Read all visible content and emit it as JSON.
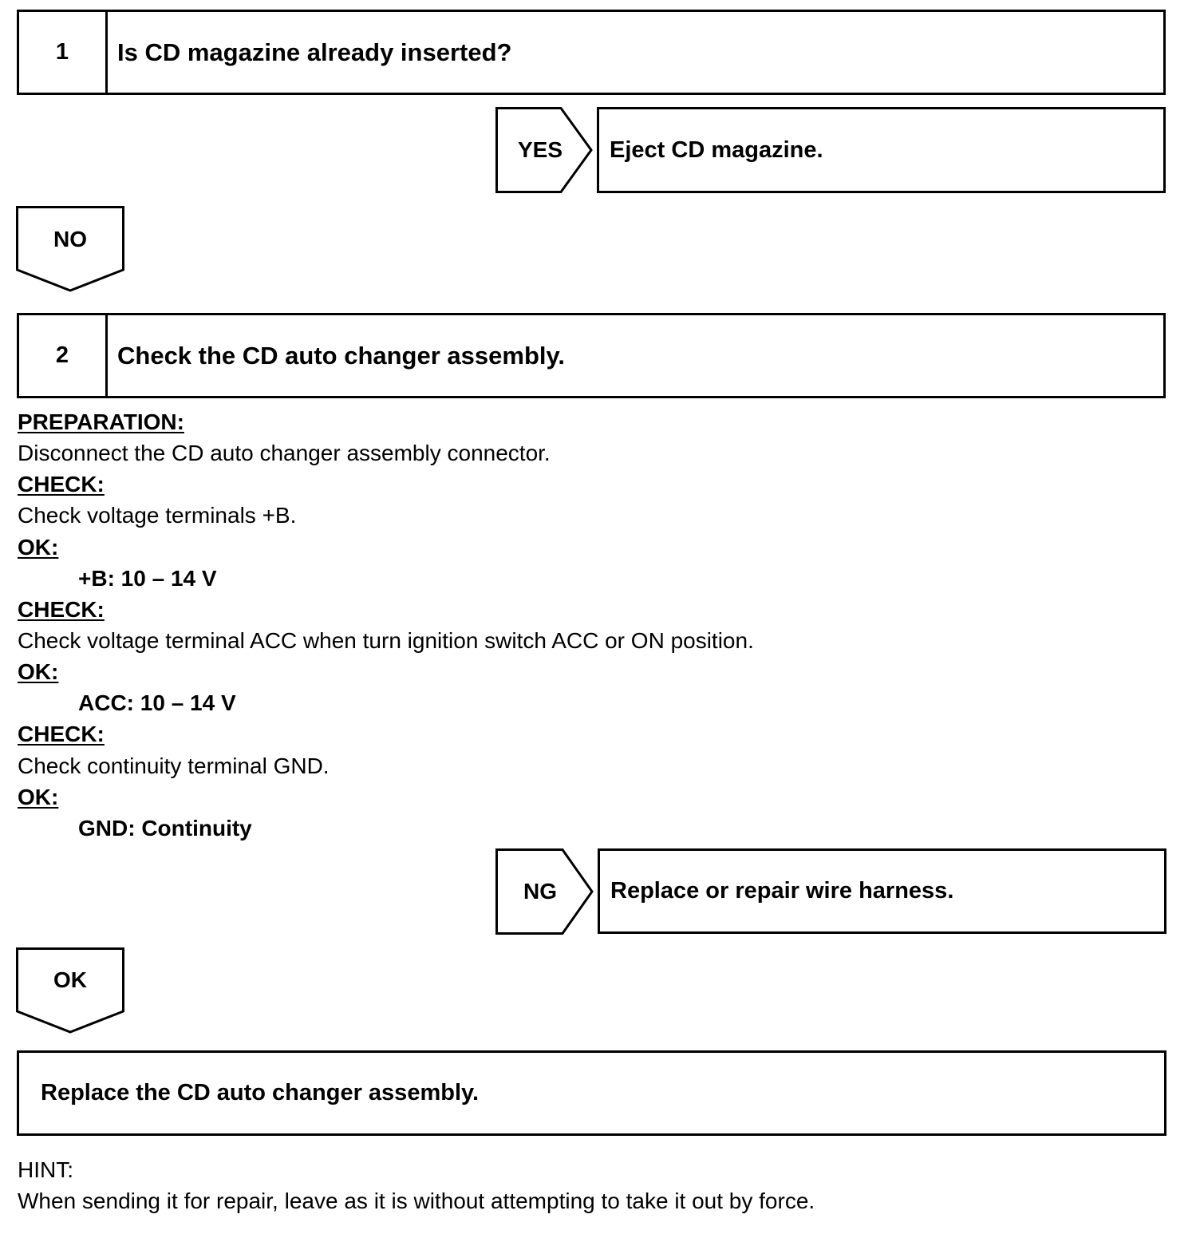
{
  "step1": {
    "number": "1",
    "title": "Is CD magazine already inserted?"
  },
  "yes_branch": {
    "label": "YES",
    "result": "Eject CD magazine."
  },
  "no_branch": {
    "label": "NO"
  },
  "step2": {
    "number": "2",
    "title": "Check the CD auto changer assembly."
  },
  "procedure": {
    "preparation_heading": "PREPARATION:",
    "preparation_text": "Disconnect the CD auto changer assembly connector.",
    "check1_heading": "CHECK:",
    "check1_text": "Check voltage terminals +B.",
    "ok1_heading": "OK:",
    "ok1_spec": "+B: 10 – 14 V",
    "check2_heading": "CHECK:",
    "check2_text": "Check voltage terminal ACC when turn ignition switch ACC or ON position.",
    "ok2_heading": "OK:",
    "ok2_spec": "ACC: 10 – 14 V",
    "check3_heading": "CHECK:",
    "check3_text": "Check continuity terminal GND.",
    "ok3_heading": "OK:",
    "ok3_spec": "GND: Continuity"
  },
  "ng_branch": {
    "label": "NG",
    "result": "Replace or repair wire harness."
  },
  "ok_branch": {
    "label": "OK"
  },
  "final": {
    "text": "Replace the CD auto changer assembly."
  },
  "hint": {
    "heading": "HINT:",
    "text": "When sending it for repair, leave as it is without attempting to take it out by force."
  }
}
